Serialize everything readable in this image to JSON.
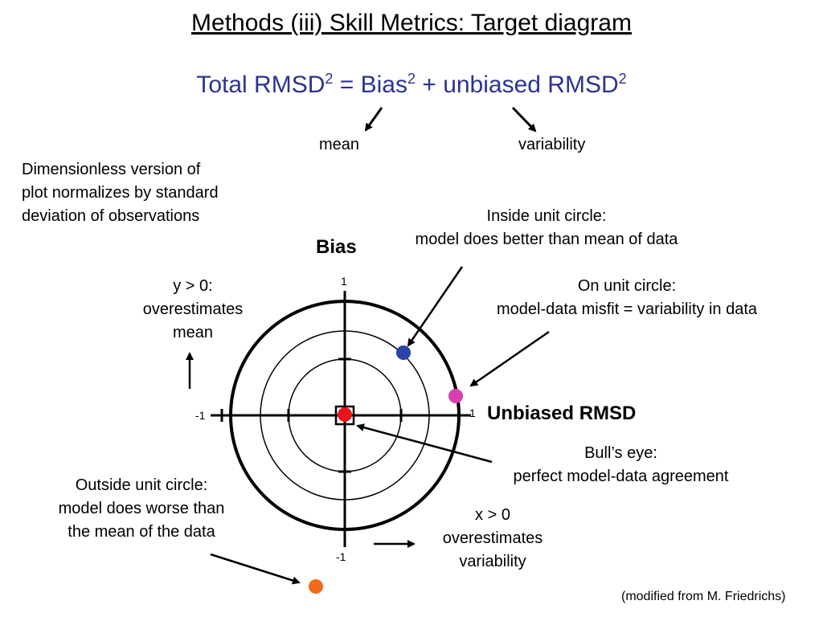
{
  "title": "Methods (iii) Skill Metrics: Target diagram",
  "formula": {
    "lhs": "Total RMSD",
    "eq": " = ",
    "term1": "Bias",
    "plus": " + ",
    "term2": "unbiased RMSD",
    "exponent": "2"
  },
  "labels": {
    "mean": "mean",
    "variability": "variability",
    "dimensionless": [
      "Dimensionless version of",
      "plot normalizes by standard",
      "deviation of observations"
    ],
    "bias_axis": "Bias",
    "unbiased_axis": "Unbiased RMSD",
    "y_positive": [
      "y > 0:",
      "overestimates",
      "mean"
    ],
    "x_positive": [
      "x > 0",
      "overestimates",
      "variability"
    ],
    "inside": [
      "Inside unit circle:",
      "model does better than mean of data"
    ],
    "on": [
      "On unit circle:",
      "model-data misfit = variability in data"
    ],
    "bulls_eye": [
      "Bull’s eye:",
      "perfect model-data agreement"
    ],
    "outside": [
      "Outside unit circle:",
      "model does worse than",
      "the mean of the data"
    ],
    "credit": "(modified from M. Friedrichs)"
  },
  "ticks": {
    "top": "1",
    "bottom": "-1",
    "left": "-1",
    "right": "1"
  },
  "colors": {
    "formula": "#2c3394",
    "inside_point": "#2a43a6",
    "on_point": "#d63fb0",
    "bulls_eye_point": "#e8141b",
    "outside_point": "#f26a1b"
  }
}
